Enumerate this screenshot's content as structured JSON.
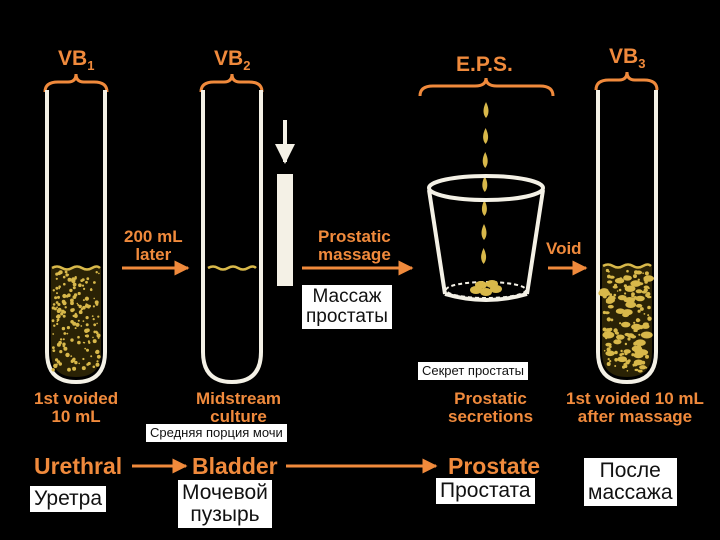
{
  "colors": {
    "background": "#000000",
    "accent": "#f08a3c",
    "tube": "#f4f1e6",
    "sediment": "#d8b84a"
  },
  "specimens": {
    "vb1": {
      "title": "VB",
      "sub": "1",
      "caption_en_1": "1st voided",
      "caption_en_2": "10 mL"
    },
    "vb2": {
      "title": "VB",
      "sub": "2",
      "caption_en_1": "Midstream",
      "caption_en_2": "culture",
      "caption_ru": "Средняя порция мочи"
    },
    "eps": {
      "title": "E.P.S.",
      "caption_en_1": "Prostatic",
      "caption_en_2": "secretions",
      "caption_ru": "Секрет простаты"
    },
    "vb3": {
      "title": "VB",
      "sub": "3",
      "caption_en_1": "1st voided 10 mL",
      "caption_en_2": "after massage"
    }
  },
  "steps": {
    "step1_1": "200 mL",
    "step1_2": "later",
    "step2_1": "Prostatic",
    "step2_2": "massage",
    "step2_ru_1": "Массаж",
    "step2_ru_2": "простаты",
    "step3": "Void"
  },
  "sources": {
    "urethral_en": "Urethral",
    "urethral_ru": "Уретра",
    "bladder_en": "Bladder",
    "bladder_ru_1": "Мочевой",
    "bladder_ru_2": "пузырь",
    "prostate_en": "Prostate",
    "prostate_ru": "Простата",
    "after_ru_1": "После",
    "after_ru_2": "массажа"
  }
}
